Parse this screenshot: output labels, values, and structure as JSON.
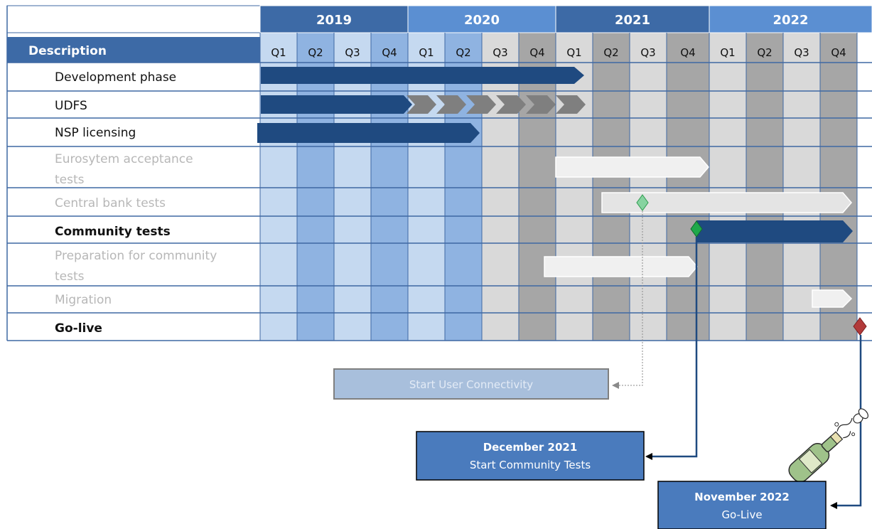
{
  "header": {
    "description_label": "Description",
    "years": [
      {
        "label": "2019",
        "color": "#3d6aa6"
      },
      {
        "label": "2020",
        "color": "#5b8fd2"
      },
      {
        "label": "2021",
        "color": "#3d6aa6"
      },
      {
        "label": "2022",
        "color": "#5b8fd2"
      }
    ],
    "quarters": [
      "Q1",
      "Q2",
      "Q3",
      "Q4",
      "Q1",
      "Q2",
      "Q3",
      "Q4",
      "Q1",
      "Q2",
      "Q3",
      "Q4",
      "Q1",
      "Q2",
      "Q3",
      "Q4"
    ]
  },
  "rows": [
    {
      "label": "Development phase",
      "style": "normal"
    },
    {
      "label": "UDFS",
      "style": "normal"
    },
    {
      "label": "NSP licensing",
      "style": "normal"
    },
    {
      "label": "Eurosytem acceptance tests",
      "style": "faded"
    },
    {
      "label": "Central bank tests",
      "style": "faded"
    },
    {
      "label": "Community tests",
      "style": "bold"
    },
    {
      "label": "Preparation for community tests",
      "style": "faded"
    },
    {
      "label": "Migration",
      "style": "faded"
    },
    {
      "label": "Go-live",
      "style": "bold"
    }
  ],
  "callouts": {
    "user_connectivity": "Start User Connectivity",
    "community_tests_date": "December 2021",
    "community_tests_text": "Start Community Tests",
    "go_live_date": "November 2022",
    "go_live_text": "Go-Live"
  },
  "colors": {
    "bar_dark": "#1f4a80",
    "bar_arrow_grey": "#7f7f7f",
    "milestone_green": "#2e9b4e",
    "milestone_green_light": "#86d3a0",
    "milestone_red": "#b23a3a",
    "callout_box": "#4a7bbd"
  }
}
